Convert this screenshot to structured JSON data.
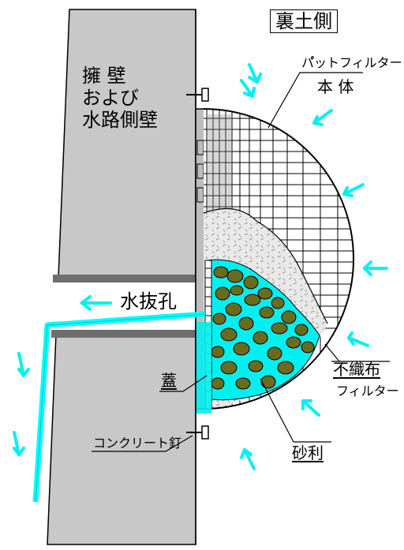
{
  "labels": {
    "backfill_side": "裏土側",
    "retaining_wall_line1": "擁 壁",
    "retaining_wall_line2": "および",
    "retaining_wall_line3": "水路側壁",
    "pot_filter_line1": "パ゚ットフィルター",
    "pot_filter_line2": "本 体",
    "weep_hole": "水抜孔",
    "nonwoven_line1": "不織布",
    "nonwoven_line2": "フィルター",
    "lid": "蓋",
    "gravel": "砂利",
    "concrete_nail": "コンクリート釘"
  },
  "colors": {
    "wall": "#c8c8c8",
    "wall_band": "#6e6e6e",
    "water": "#00ffff",
    "gravel": "#6b6b1e",
    "fabric": "#e6e6e6",
    "outline": "#000000"
  }
}
